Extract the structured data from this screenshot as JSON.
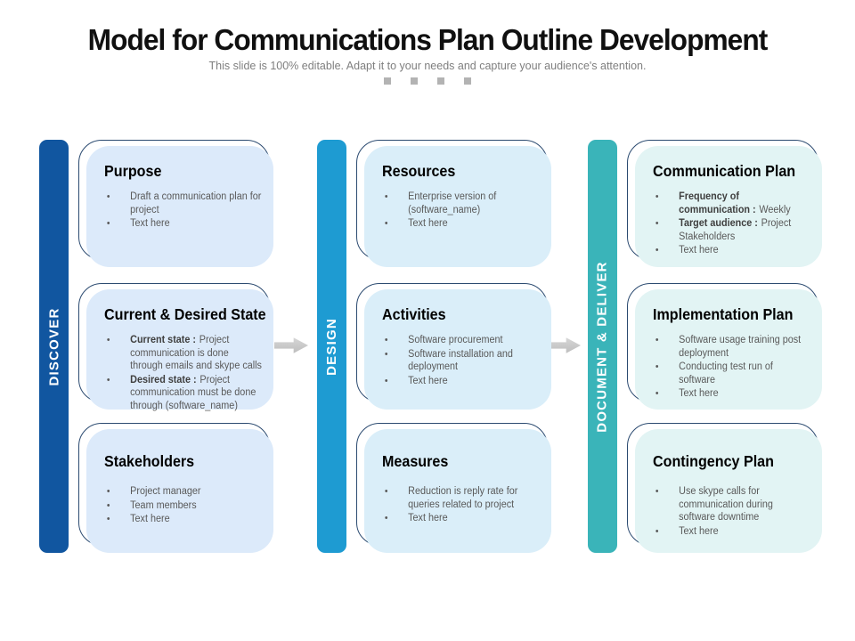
{
  "palette": {
    "bar_discover": "#1156a0",
    "bar_design": "#1e9bd2",
    "bar_document_deliver": "#3ab4b9",
    "card_fill_discover": "#dceafa",
    "card_fill_design": "#daeef9",
    "card_fill_document_deliver": "#e2f4f4",
    "card_outline": "#2b4a70",
    "arrow_gray": "#c8c8c8",
    "decor_square_gray": "#b3b3b3"
  },
  "header": {
    "title": "Model for Communications Plan Outline Development",
    "subtitle": "This slide is 100% editable. Adapt it to your needs and capture your audience's attention.",
    "decor_square_count": 4
  },
  "columns": [
    {
      "phase": "DISCOVER",
      "cards": [
        {
          "title": "Purpose",
          "bullets": [
            {
              "b": "",
              "t": "Draft a communication plan for project"
            },
            {
              "b": "",
              "t": "Text here"
            }
          ]
        },
        {
          "title": "Current & Desired State",
          "bullets": [
            {
              "b": "Current state :",
              "t": "Project communication is done through emails and skype calls"
            },
            {
              "b": "Desired state :",
              "t": "Project communication must be done through (software_name)"
            }
          ]
        },
        {
          "title": "Stakeholders",
          "bullets": [
            {
              "b": "",
              "t": "Project manager"
            },
            {
              "b": "",
              "t": "Team members"
            },
            {
              "b": "",
              "t": "Text here"
            }
          ]
        }
      ]
    },
    {
      "phase": "DESIGN",
      "cards": [
        {
          "title": "Resources",
          "bullets": [
            {
              "b": "",
              "t": "Enterprise version of (software_name)"
            },
            {
              "b": "",
              "t": "Text here"
            }
          ]
        },
        {
          "title": "Activities",
          "bullets": [
            {
              "b": "",
              "t": "Software procurement"
            },
            {
              "b": "",
              "t": "Software installation and deployment"
            },
            {
              "b": "",
              "t": "Text here"
            }
          ]
        },
        {
          "title": "Measures",
          "bullets": [
            {
              "b": "",
              "t": "Reduction is reply rate for queries related to project"
            },
            {
              "b": "",
              "t": "Text here"
            }
          ]
        }
      ]
    },
    {
      "phase": "DOCUMENT & DELIVER",
      "cards": [
        {
          "title": "Communication Plan",
          "bullets": [
            {
              "b": "Frequency of communication :",
              "t": "Weekly"
            },
            {
              "b": "Target audience :",
              "t": "Project Stakeholders"
            },
            {
              "b": "",
              "t": "Text here"
            }
          ]
        },
        {
          "title": "Implementation Plan",
          "bullets": [
            {
              "b": "",
              "t": "Software usage training post deployment"
            },
            {
              "b": "",
              "t": "Conducting test run of software"
            },
            {
              "b": "",
              "t": "Text here"
            }
          ]
        },
        {
          "title": "Contingency Plan",
          "bullets": [
            {
              "b": "",
              "t": "Use skype calls for communication during software downtime"
            },
            {
              "b": "",
              "t": "Text here"
            }
          ]
        }
      ]
    }
  ]
}
